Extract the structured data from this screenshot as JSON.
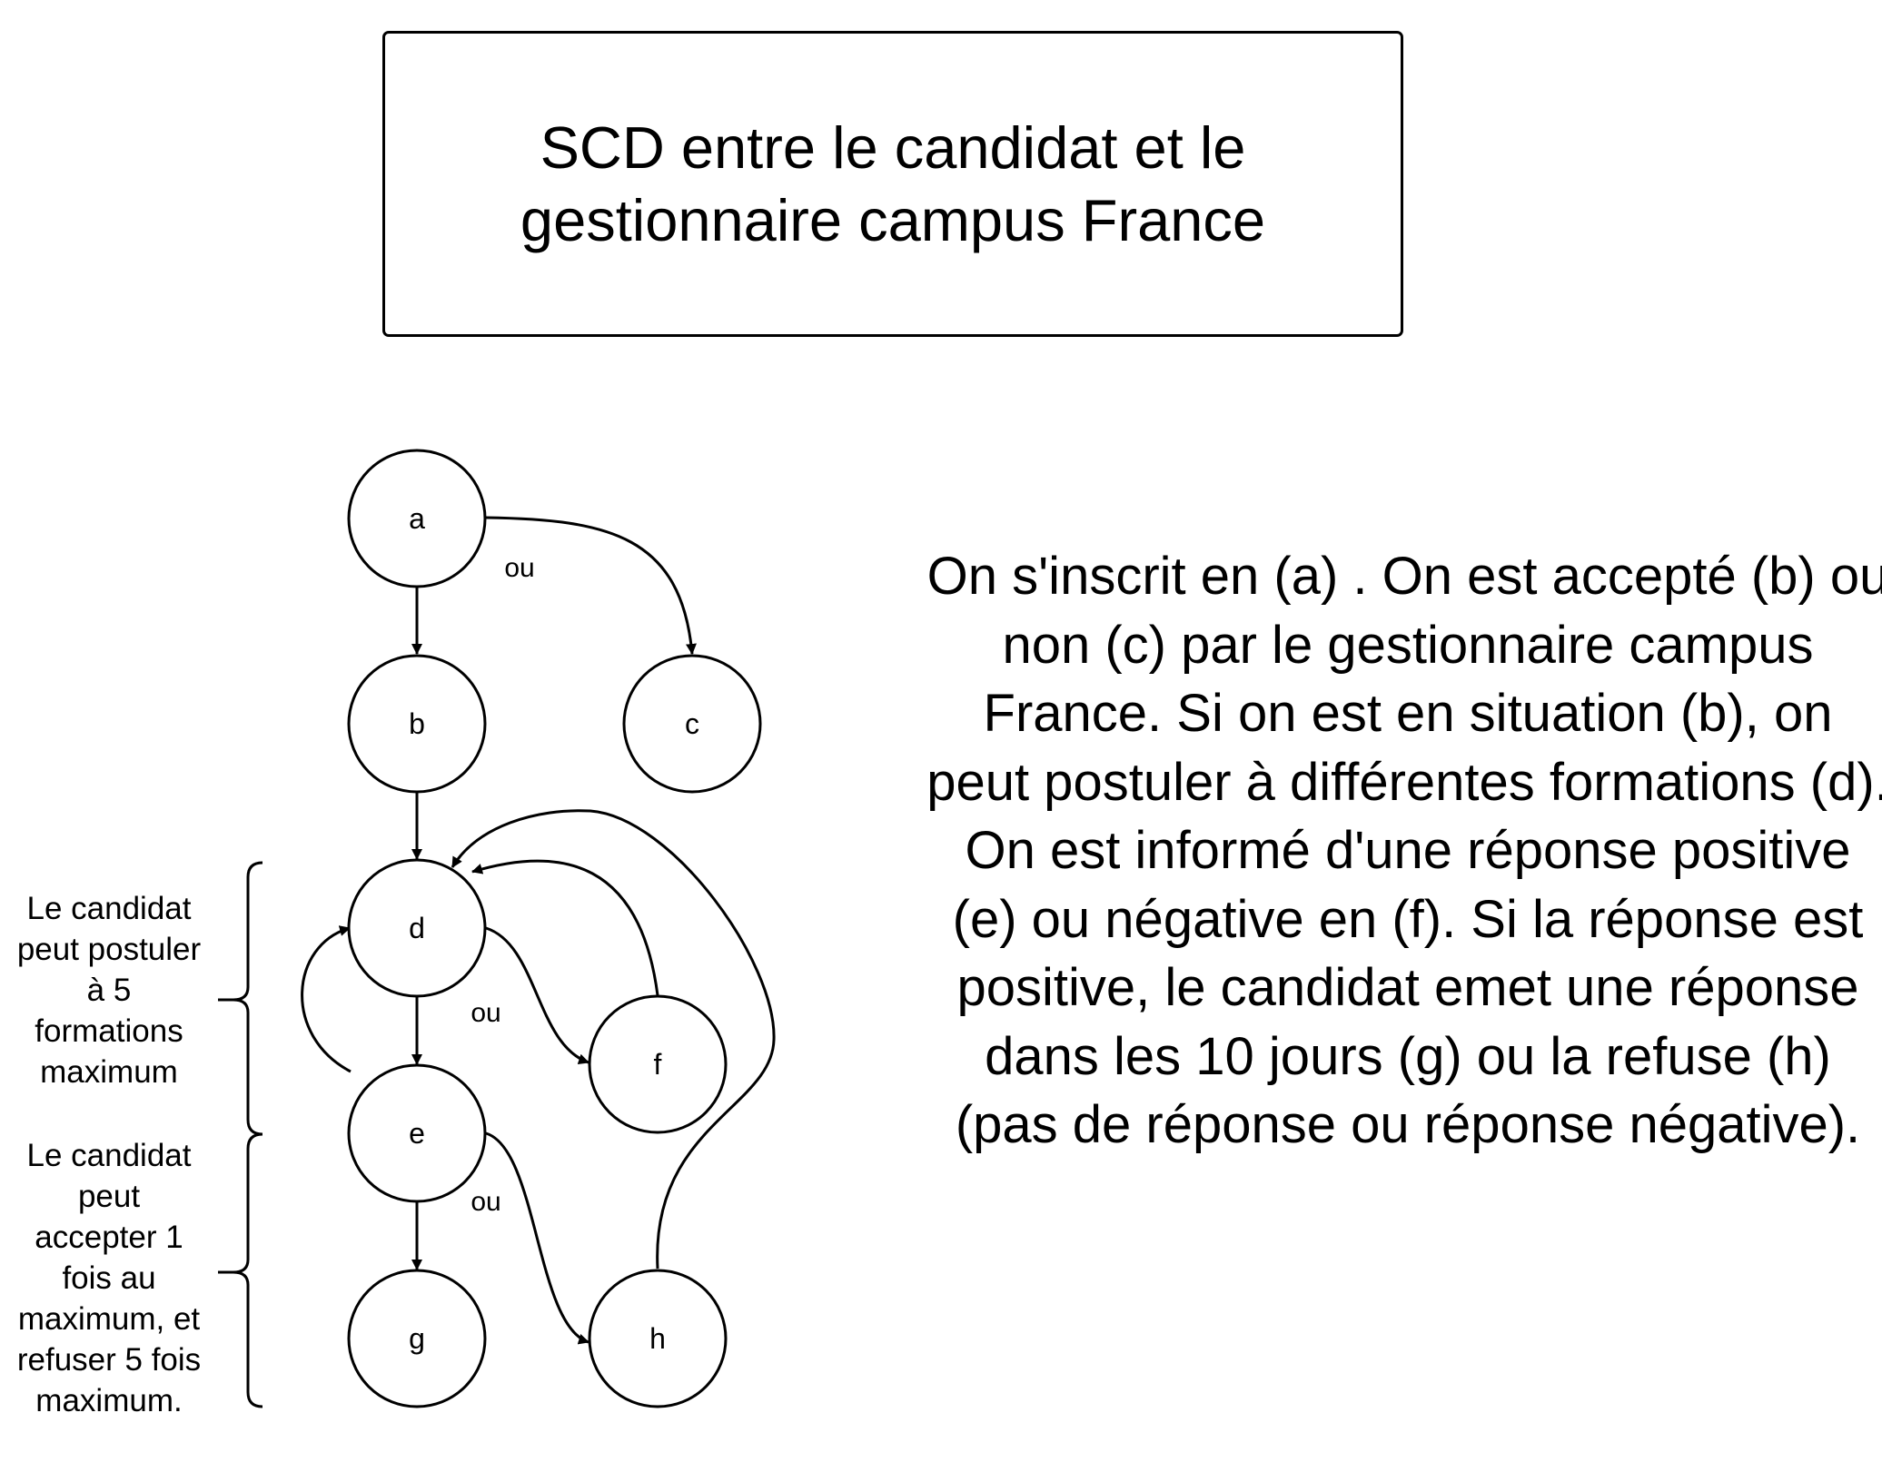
{
  "title": {
    "text": "SCD entre le candidat et le gestionnaire campus France"
  },
  "description": "On s'inscrit en (a) . On est accepté (b) ou non (c) par le gestionnaire campus France. Si on est en situation (b), on peut postuler à différentes formations (d). On est informé d'une réponse positive (e) ou négative en (f). Si la réponse est positive, le candidat emet une réponse dans les 10 jours (g) ou la refuse (h) (pas de réponse ou réponse négative).",
  "graph": {
    "nodes": [
      {
        "id": "a",
        "label": "a"
      },
      {
        "id": "b",
        "label": "b"
      },
      {
        "id": "c",
        "label": "c"
      },
      {
        "id": "d",
        "label": "d"
      },
      {
        "id": "e",
        "label": "e"
      },
      {
        "id": "f",
        "label": "f"
      },
      {
        "id": "g",
        "label": "g"
      },
      {
        "id": "h",
        "label": "h"
      }
    ],
    "edges": [
      {
        "from": "a",
        "to": "b"
      },
      {
        "from": "a",
        "to": "c"
      },
      {
        "from": "b",
        "to": "d"
      },
      {
        "from": "d",
        "to": "e"
      },
      {
        "from": "d",
        "to": "f"
      },
      {
        "from": "f",
        "to": "d"
      },
      {
        "from": "e",
        "to": "d"
      },
      {
        "from": "e",
        "to": "g"
      },
      {
        "from": "e",
        "to": "h"
      },
      {
        "from": "h",
        "to": "d"
      }
    ],
    "edge_labels": {
      "a_branch": "ou",
      "d_branch": "ou",
      "e_branch": "ou"
    }
  },
  "side_notes": [
    "Le candidat peut postuler à 5 formations maximum",
    "Le candidat peut accepter 1 fois au maximum, et refuser 5 fois maximum."
  ]
}
